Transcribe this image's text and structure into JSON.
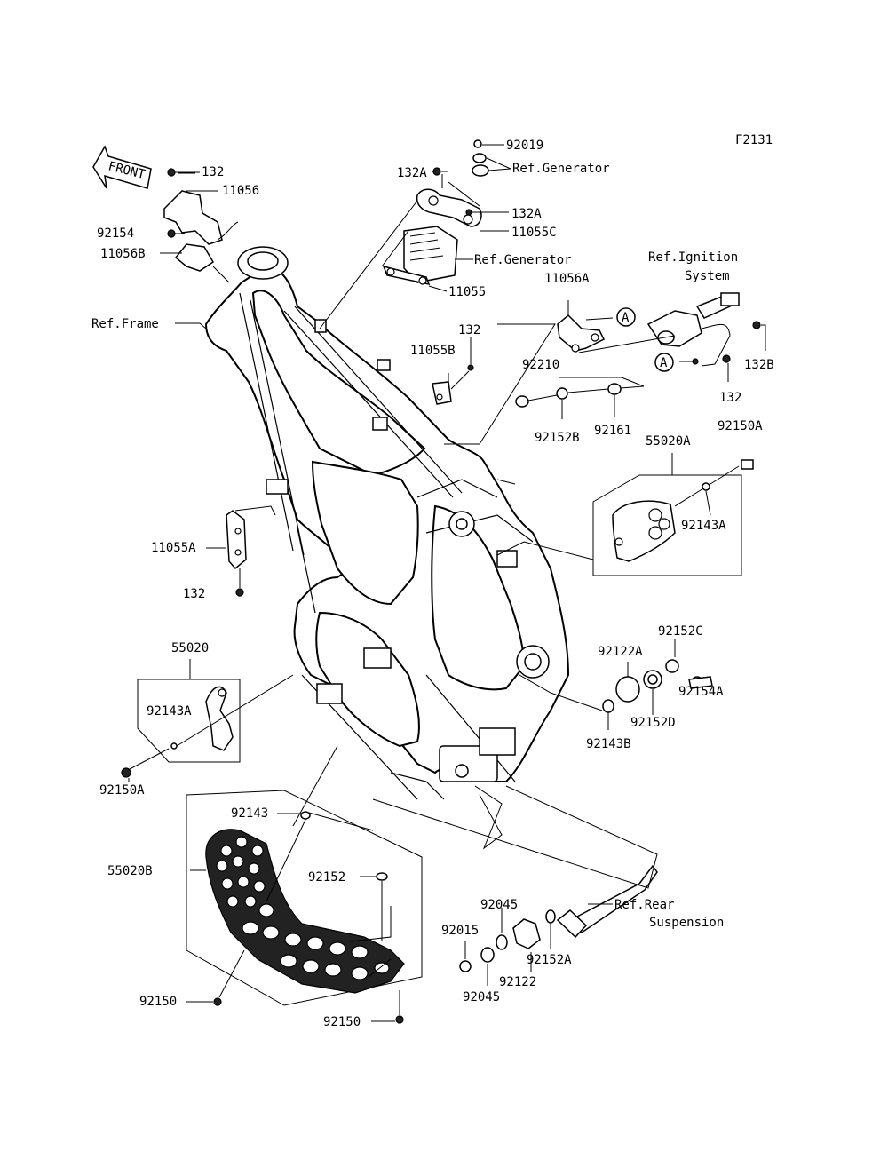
{
  "diagram_code": "F2131",
  "front_label": "FRONT",
  "labels": {
    "l_92019": "92019",
    "l_ref_gen1": "Ref.Generator",
    "l_132a_top": "132A",
    "l_132_top": "132",
    "l_11056": "11056",
    "l_132a_mid": "132A",
    "l_11055c": "11055C",
    "l_92154": "92154",
    "l_11056b": "11056B",
    "l_ref_gen2": "Ref.Generator",
    "l_11055": "11055",
    "l_ref_ign1": "Ref.Ignition",
    "l_ref_ign2": "System",
    "l_11056a": "11056A",
    "l_ref_frame": "Ref.Frame",
    "l_132_mid": "132",
    "l_11055b": "11055B",
    "l_132b": "132B",
    "l_92210": "92210",
    "l_132_right": "132",
    "l_92152b": "92152B",
    "l_92161": "92161",
    "l_92150a_r": "92150A",
    "l_55020a": "55020A",
    "l_92143a_r": "92143A",
    "l_11055a": "11055A",
    "l_132_low": "132",
    "l_92152c": "92152C",
    "l_55020": "55020",
    "l_92122a": "92122A",
    "l_92154a": "92154A",
    "l_92143a_l": "92143A",
    "l_92152d": "92152D",
    "l_92143b": "92143B",
    "l_92150a_l": "92150A",
    "l_92143": "92143",
    "l_55020b": "55020B",
    "l_92152": "92152",
    "l_92045_top": "92045",
    "l_ref_rear1": "Ref.Rear",
    "l_ref_rear2": "Suspension",
    "l_92015": "92015",
    "l_92152a": "92152A",
    "l_92122": "92122",
    "l_92045_bot": "92045",
    "l_92150_l": "92150",
    "l_92150_b": "92150"
  },
  "connectors": [
    "A",
    "A"
  ]
}
